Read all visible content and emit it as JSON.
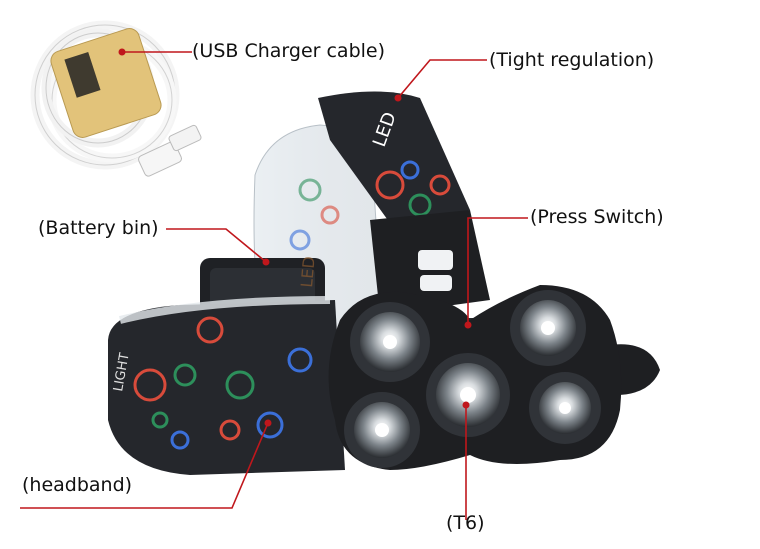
{
  "labels": {
    "usb_cable": "(USB Charger cable)",
    "tight_regulation": "(Tight regulation)",
    "press_switch": "(Press Switch)",
    "battery_bin": "(Battery bin)",
    "headband": "(headband)",
    "t6": "(T6)"
  },
  "band_text": {
    "top_band": "LED",
    "front_band": "LED",
    "side_band": "LIGHT"
  },
  "colors": {
    "leader_line": "#c0171c",
    "band": "#25272c",
    "housing": "#1e1f22",
    "cable": "#f4f4f4",
    "cable_tag": "#e2c37a"
  }
}
